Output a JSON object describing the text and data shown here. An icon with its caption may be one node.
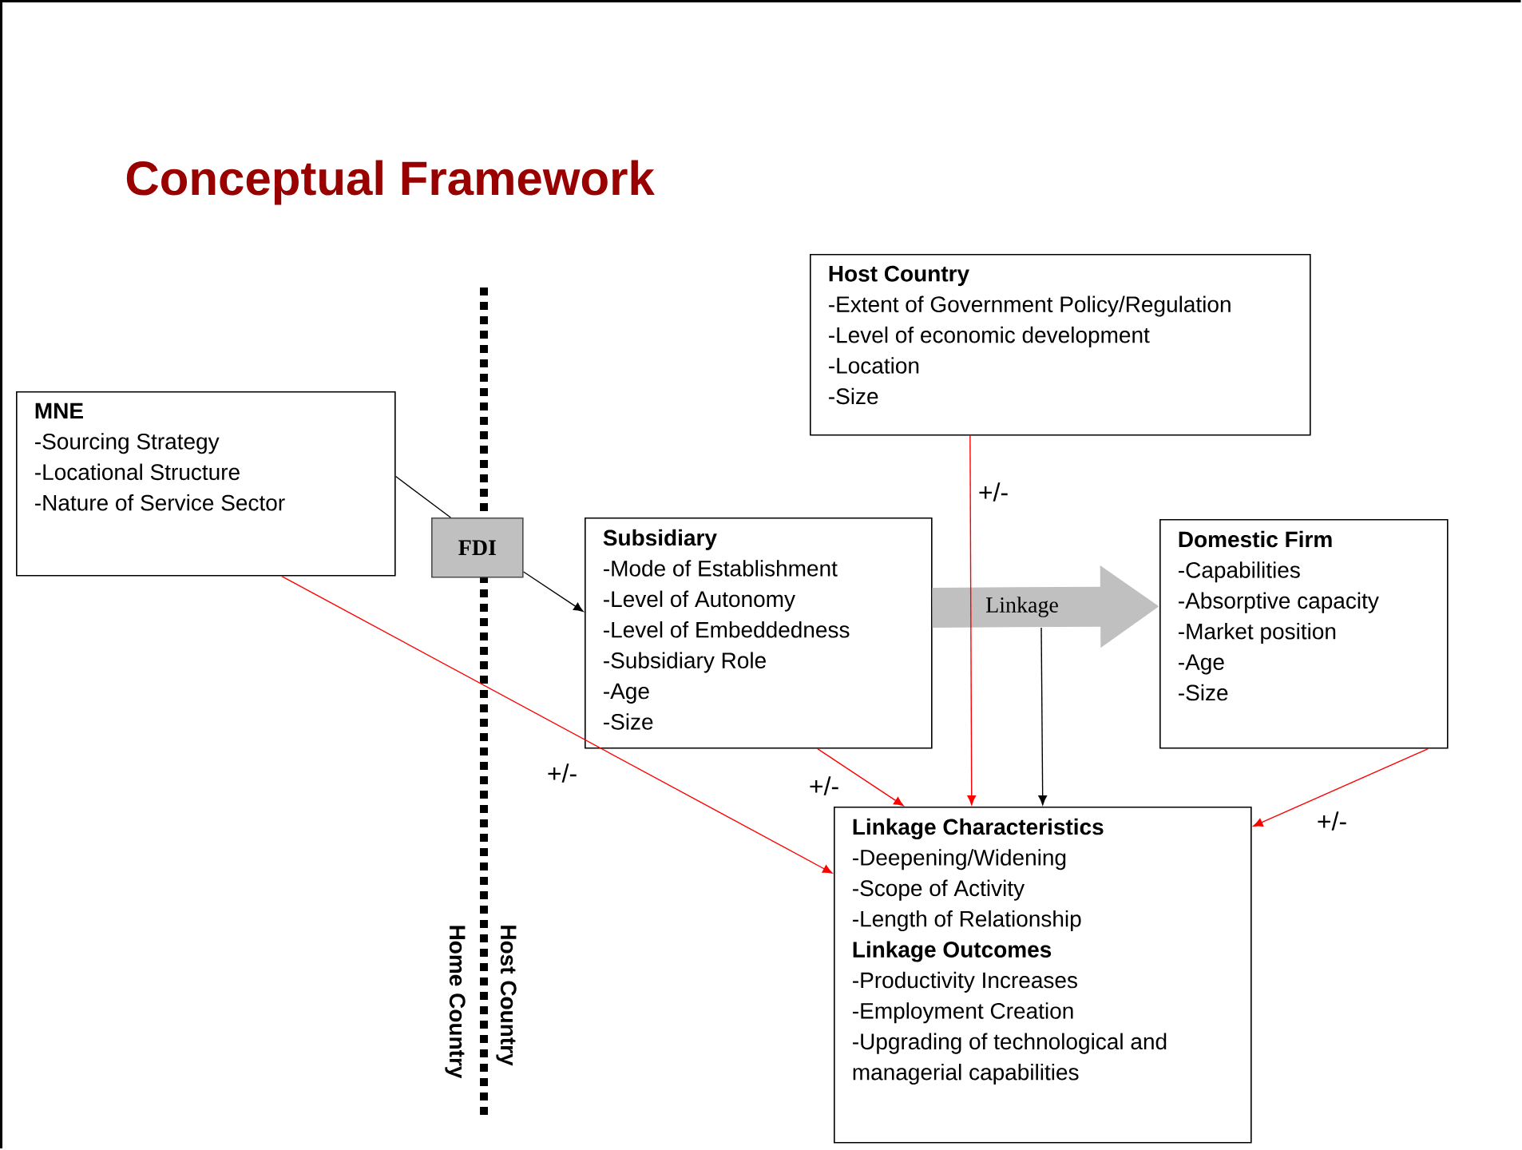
{
  "diagram": {
    "title": "Conceptual Framework",
    "nodes": [
      {
        "text": [
          "MNE",
          "-Sourcing Strategy",
          "-Locational Structure",
          "-Nature of Service Sector"
        ]
      },
      {
        "text": [
          "Host Country",
          "-Extent of Government Policy/Regulation",
          "-Level of economic development",
          "-Location",
          "-Size"
        ]
      },
      {
        "text": [
          "FDI"
        ]
      },
      {
        "text": [
          "Subsidiary",
          "-Mode of Establishment",
          "-Level of Autonomy",
          "-Level of Embeddedness",
          "-Subsidiary Role",
          "-Age",
          "-Size"
        ]
      },
      {
        "text": [
          "Domestic Firm",
          "-Capabilities",
          "-Absorptive capacity",
          "-Market position",
          "-Age",
          "-Size"
        ]
      },
      {
        "text": [
          "Linkage Characteristics",
          "-Deepening/Widening",
          "-Scope of Activity",
          "-Length of Relationship",
          "Linkage Outcomes",
          "-Productivity Increases",
          "-Employment Creation",
          "-Upgrading of technological and managerial capabilities"
        ]
      }
    ],
    "edges": [
      {
        "from": 0,
        "to": 2,
        "arrow": "none",
        "color": "#000000"
      },
      {
        "from": 2,
        "to": 3,
        "arrow": "to",
        "color": "#000000"
      },
      {
        "from": 3,
        "to": 4,
        "arrow": "to",
        "label": "Linkage",
        "style": "thick",
        "color": "#c0c0c0"
      },
      {
        "from": 0,
        "to": 5,
        "arrow": "to",
        "label": "+/-"
      },
      {
        "from": 3,
        "to": 5,
        "arrow": "to",
        "label": "+/-"
      },
      {
        "from": 1,
        "to": 5,
        "arrow": "to",
        "label": "+/-"
      },
      {
        "from": null,
        "to": 5,
        "arrow": "to",
        "color": "#000000"
      },
      {
        "from": 4,
        "to": 5,
        "arrow": "to",
        "label": "+/-"
      }
    ],
    "labels": [
      "Host Country",
      "Home Country"
    ]
  }
}
